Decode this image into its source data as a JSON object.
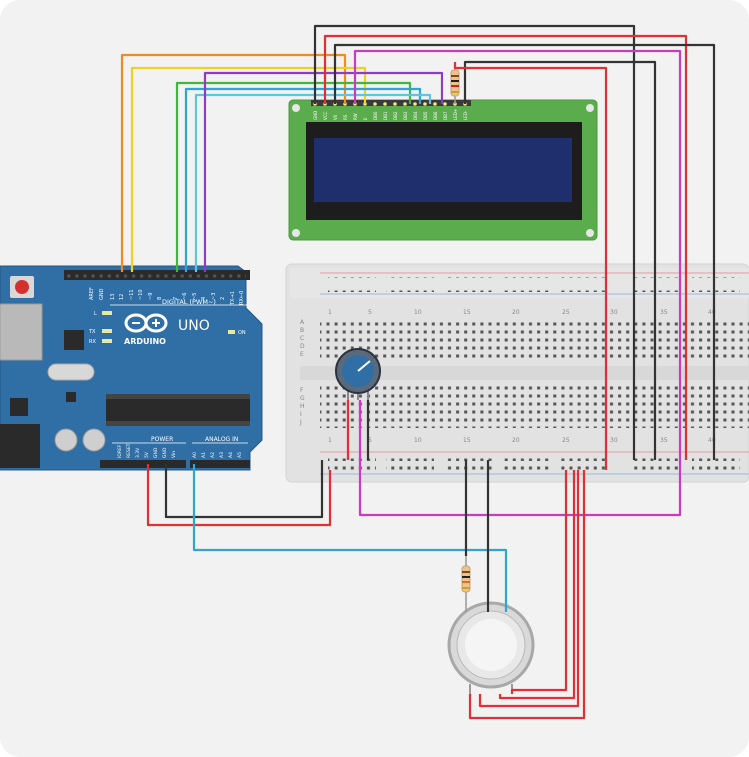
{
  "arduino": {
    "brand": "ARDUINO",
    "model": "UNO",
    "digital_label": "DIGITAL (PWM~)",
    "power_label": "POWER",
    "analog_label": "ANALOG IN",
    "on_label": "ON",
    "led_l": "L",
    "led_tx": "TX",
    "led_rx": "RX",
    "aref": "AREF",
    "gnd": "GND",
    "pins_digital": [
      "13",
      "12",
      "~11",
      "~10",
      "~9",
      "8",
      "7",
      "~6",
      "~5",
      "4",
      "~3",
      "2",
      "TX→1",
      "RX←0"
    ],
    "pins_power": [
      "IOREF",
      "RESET",
      "3.3V",
      "5V",
      "GND",
      "GND",
      "Vin"
    ],
    "pins_analog": [
      "A0",
      "A1",
      "A2",
      "A3",
      "A4",
      "A5"
    ]
  },
  "lcd": {
    "pins": [
      "GND",
      "VCC",
      "V0",
      "RS",
      "RW",
      "E",
      "DB0",
      "DB1",
      "DB2",
      "DB3",
      "DB4",
      "DB5",
      "DB6",
      "DB7",
      "LED+",
      "LED-"
    ]
  },
  "breadboard": {
    "col_labels_top": [
      "1",
      "5",
      "10",
      "15",
      "20",
      "25",
      "30",
      "35",
      "40"
    ],
    "col_labels_bottom": [
      "1",
      "5",
      "10",
      "15",
      "20",
      "25",
      "30",
      "35",
      "40"
    ],
    "rows_top": [
      "A",
      "B",
      "C",
      "D",
      "E"
    ],
    "rows_bottom": [
      "F",
      "G",
      "H",
      "I",
      "J"
    ]
  },
  "colors": {
    "wire_red": "#e03030",
    "wire_black": "#333333",
    "wire_orange": "#f08c1e",
    "wire_yellow": "#f0d020",
    "wire_green": "#3db83d",
    "wire_blue": "#2ba7d6",
    "wire_cyan": "#5cc5e0",
    "wire_purple": "#8a3ec2",
    "wire_magenta": "#c83cc0",
    "arduino_board": "#2f6fa6",
    "lcd_pcb": "#5aac4d",
    "lcd_screen": "#1f2f6e"
  }
}
